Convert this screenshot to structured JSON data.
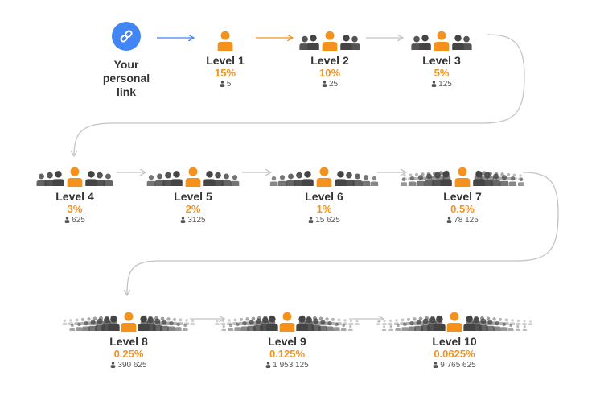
{
  "start": {
    "label": "Your personal link",
    "icon": "link-icon"
  },
  "colors": {
    "accent": "#f5921e",
    "link": "#4285f4",
    "crowd": "#444444",
    "arrow": "#c8c8c8"
  },
  "levels": [
    {
      "name": "Level 1",
      "rate": "15%",
      "count": "5"
    },
    {
      "name": "Level 2",
      "rate": "10%",
      "count": "25"
    },
    {
      "name": "Level 3",
      "rate": "5%",
      "count": "125"
    },
    {
      "name": "Level 4",
      "rate": "3%",
      "count": "625"
    },
    {
      "name": "Level 5",
      "rate": "2%",
      "count": "3125"
    },
    {
      "name": "Level 6",
      "rate": "1%",
      "count": "15 625"
    },
    {
      "name": "Level 7",
      "rate": "0.5%",
      "count": "78 125"
    },
    {
      "name": "Level 8",
      "rate": "0.25%",
      "count": "390 625"
    },
    {
      "name": "Level 9",
      "rate": "0.125%",
      "count": "1 953 125"
    },
    {
      "name": "Level 10",
      "rate": "0.0625%",
      "count": "9 765 625"
    }
  ]
}
